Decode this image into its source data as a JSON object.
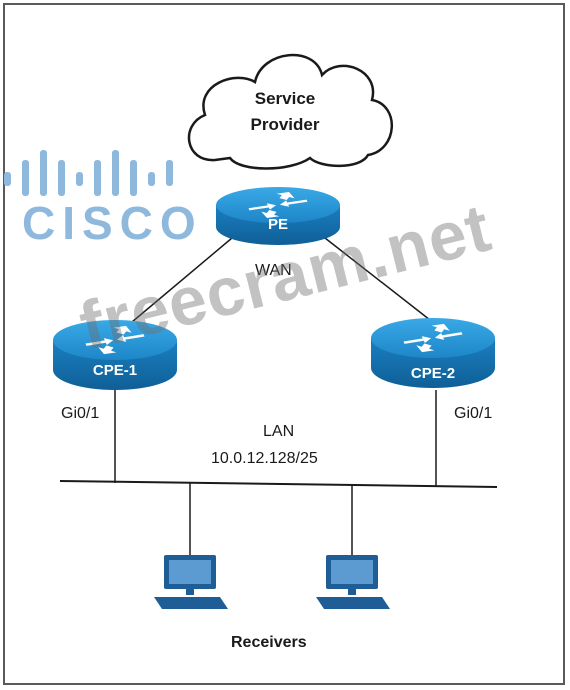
{
  "cloud": {
    "line1": "Service",
    "line2": "Provider"
  },
  "routers": {
    "pe": "PE",
    "cpe1": "CPE-1",
    "cpe2": "CPE-2"
  },
  "labels": {
    "wan": "WAN",
    "lan": "LAN",
    "lan_subnet": "10.0.12.128/25",
    "cpe1_iface": "Gi0/1",
    "cpe2_iface": "Gi0/1",
    "receivers": "Receivers"
  },
  "logo": {
    "text": "CISCO"
  },
  "watermark": {
    "text": "freecram.net"
  },
  "colors": {
    "router_blue": "#1f8fd0",
    "logo_blue": "#8fb8dd"
  }
}
